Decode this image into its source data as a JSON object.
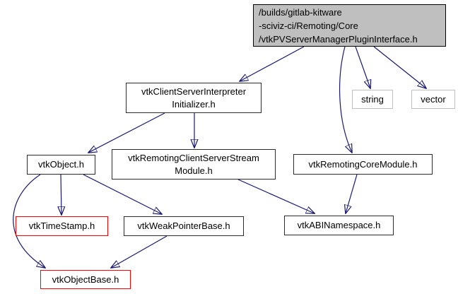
{
  "diagram": {
    "kind": "include-dependency-graph",
    "colors": {
      "edge": "#191970",
      "node_border": "#2b2b2b",
      "truncated_node_border": "#ff0000",
      "std_node_border": "#bfbfbf",
      "main_node_fill": "#bfbfbf",
      "node_fill": "#ffffff",
      "text": "#000000",
      "background": "#ffffff"
    },
    "nodes": {
      "main": {
        "label": "/builds/gitlab-kitware\n-sciviz-ci/Remoting/Core\n/vtkPVServerManagerPluginInterface.h"
      },
      "client_server_interpreter_initializer": {
        "label": "vtkClientServerInterpreter\nInitializer.h"
      },
      "std_string": {
        "label": "string"
      },
      "std_vector": {
        "label": "vector"
      },
      "vtk_object": {
        "label": "vtkObject.h"
      },
      "remoting_client_server_stream_module": {
        "label": "vtkRemotingClientServerStream\nModule.h"
      },
      "remoting_core_module": {
        "label": "vtkRemotingCoreModule.h"
      },
      "time_stamp": {
        "label": "vtkTimeStamp.h"
      },
      "weak_pointer_base": {
        "label": "vtkWeakPointerBase.h"
      },
      "abi_namespace": {
        "label": "vtkABINamespace.h"
      },
      "object_base": {
        "label": "vtkObjectBase.h"
      }
    },
    "edges": [
      {
        "from": "main",
        "to": "client_server_interpreter_initializer"
      },
      {
        "from": "main",
        "to": "remoting_core_module"
      },
      {
        "from": "main",
        "to": "std_string"
      },
      {
        "from": "main",
        "to": "std_vector"
      },
      {
        "from": "client_server_interpreter_initializer",
        "to": "vtk_object"
      },
      {
        "from": "client_server_interpreter_initializer",
        "to": "remoting_client_server_stream_module"
      },
      {
        "from": "vtk_object",
        "to": "time_stamp"
      },
      {
        "from": "vtk_object",
        "to": "weak_pointer_base"
      },
      {
        "from": "vtk_object",
        "to": "object_base"
      },
      {
        "from": "remoting_client_server_stream_module",
        "to": "abi_namespace"
      },
      {
        "from": "remoting_core_module",
        "to": "abi_namespace"
      },
      {
        "from": "weak_pointer_base",
        "to": "object_base"
      }
    ]
  }
}
